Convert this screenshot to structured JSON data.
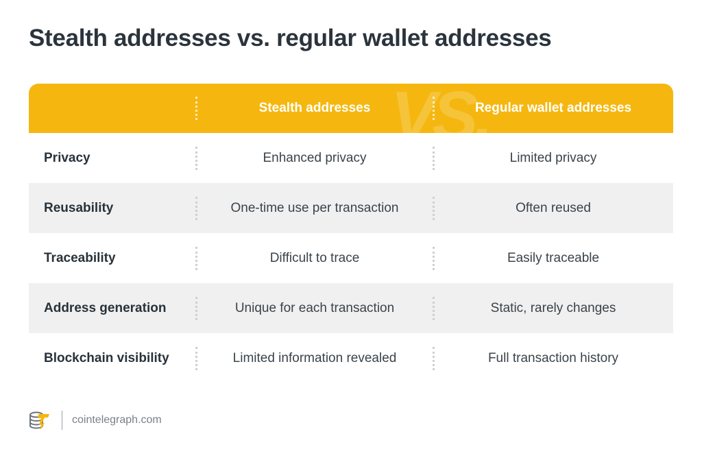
{
  "title": "Stealth addresses vs. regular wallet addresses",
  "table": {
    "watermark": "VS.",
    "columns": [
      "",
      "Stealth addresses",
      "Regular wallet addresses"
    ],
    "rows": [
      {
        "feature": "Privacy",
        "stealth": "Enhanced privacy",
        "regular": "Limited privacy"
      },
      {
        "feature": "Reusability",
        "stealth": "One-time use per transaction",
        "regular": "Often reused"
      },
      {
        "feature": "Traceability",
        "stealth": "Difficult to trace",
        "regular": "Easily traceable"
      },
      {
        "feature": "Address generation",
        "stealth": "Unique for each transaction",
        "regular": "Static, rarely changes"
      },
      {
        "feature": "Blockchain visibility",
        "stealth": "Limited information revealed",
        "regular": "Full transaction history"
      }
    ]
  },
  "colors": {
    "header": "#f5b70f",
    "row_alt": "#f0f0f0",
    "text": "#28323a"
  },
  "footer": {
    "logo_icon": "cointelegraph-logo-icon",
    "site": "cointelegraph.com"
  }
}
